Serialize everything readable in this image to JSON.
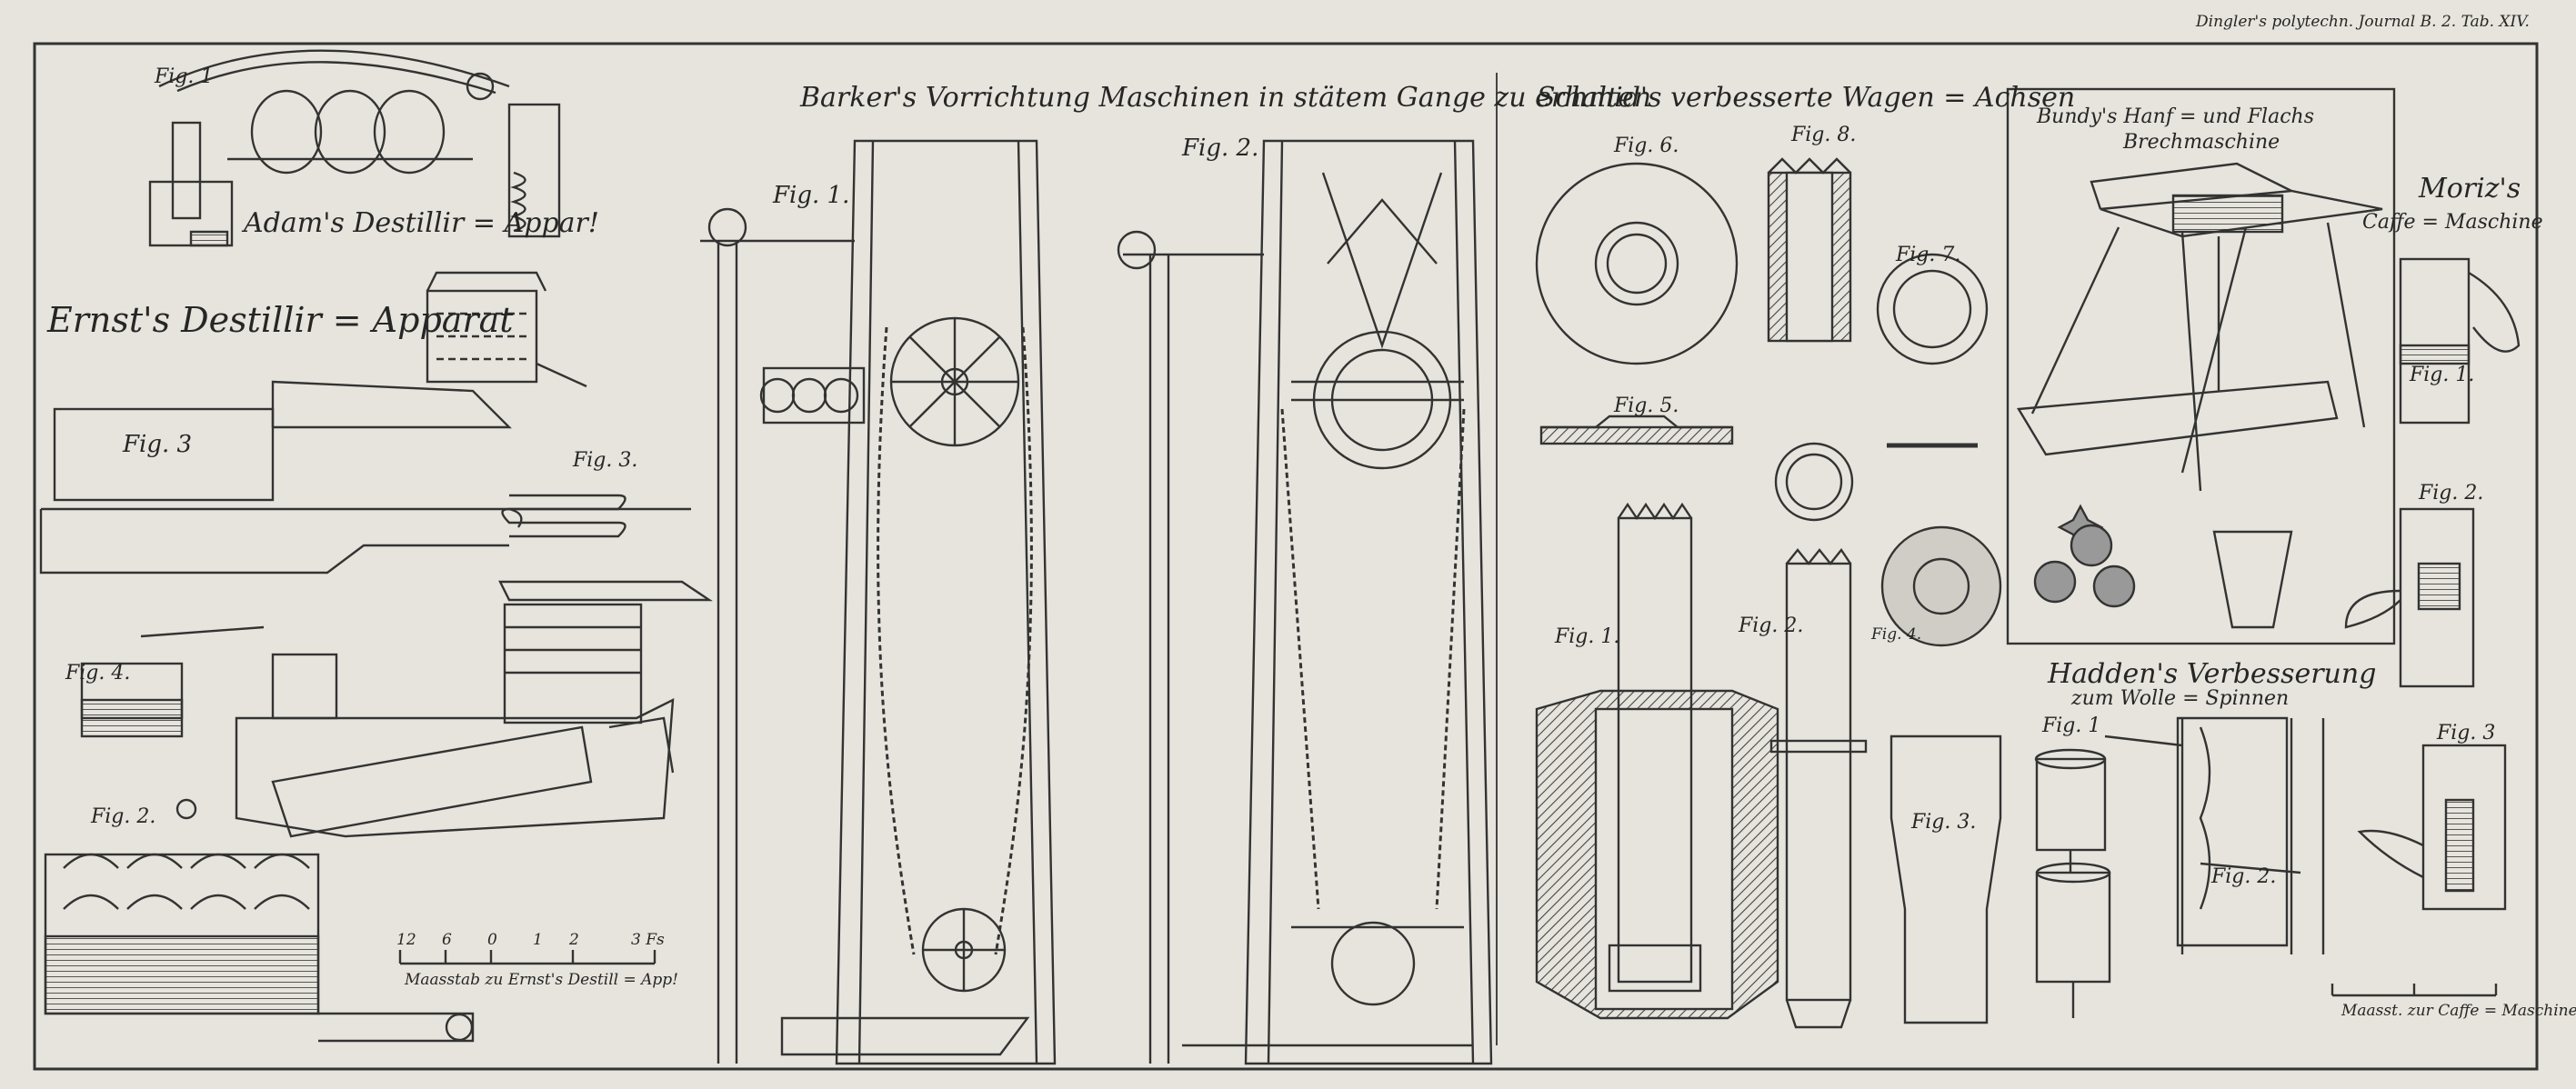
{
  "header": {
    "journal_ref": "Dingler's polytechn. Journal B. 2. Tab. XIV."
  },
  "adam": {
    "fig1": "Fig. 1",
    "title": "Adam's Destillir = Appar!"
  },
  "ernst": {
    "title": "Ernst's Destillir = Apparat",
    "fig3": "Fig. 3",
    "fig3b": "Fig. 3.",
    "fig4": "Fig. 4.",
    "fig2": "Fig. 2.",
    "scale_caption": "Maasstab zu Ernst's Destill = App!",
    "scale_ticks": [
      "12",
      "6",
      "0",
      "1",
      "2",
      "3 Fs"
    ]
  },
  "barker": {
    "title": "Barker's Vorrichtung Maschinen in stätem Gange zu erhalten",
    "fig1": "Fig. 1.",
    "fig2": "Fig. 2."
  },
  "schmid": {
    "title": "Schmid's verbesserte Wagen = Achsen",
    "fig6": "Fig. 6.",
    "fig8": "Fig. 8.",
    "fig7": "Fig. 7.",
    "fig5": "Fig. 5.",
    "fig1": "Fig. 1.",
    "fig2": "Fig. 2.",
    "fig3": "Fig. 3.",
    "fig4": "Fig. 4."
  },
  "bundy": {
    "title_line1": "Bundy's Hanf = und Flachs",
    "title_line2": "Brechmaschine"
  },
  "moriz": {
    "title_line1": "Moriz's",
    "title_line2": "Caffe = Maschine",
    "fig1": "Fig. 1.",
    "fig2": "Fig. 2.",
    "fig3": "Fig. 3",
    "scale_caption": "Maasst. zur Caffe = Maschine"
  },
  "hadden": {
    "title_line1": "Hadden's Verbesserung",
    "title_line2": "zum Wolle = Spinnen",
    "fig1": "Fig. 1",
    "fig2": "Fig. 2."
  }
}
